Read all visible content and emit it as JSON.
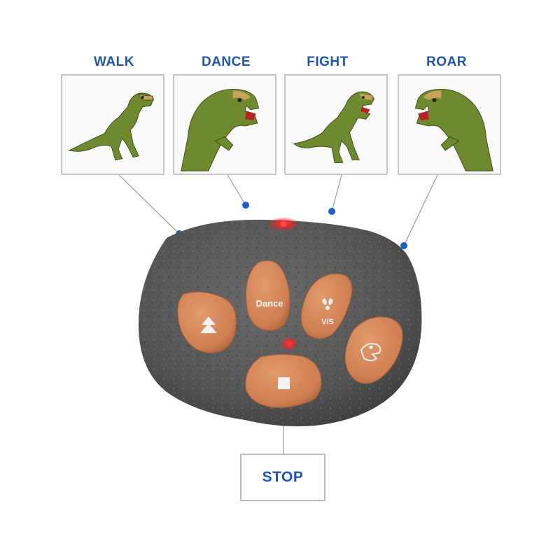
{
  "modes": [
    {
      "label": "WALK"
    },
    {
      "label": "DANCE"
    },
    {
      "label": "FIGHT"
    },
    {
      "label": "ROAR"
    }
  ],
  "stop": {
    "label": "STOP"
  },
  "remote": {
    "buttons": {
      "walk": {
        "icon": "up-arrow-icon"
      },
      "dance": {
        "label": "Dance"
      },
      "fight": {
        "label": "V/S",
        "icon": "fight-icon"
      },
      "roar": {
        "icon": "dino-head-icon"
      },
      "stop": {
        "icon": "square-stop-icon"
      }
    },
    "leds": [
      "top-led",
      "center-led"
    ]
  },
  "colors": {
    "label_blue": "#1f56b8",
    "callout_dot": "#1a5fcf",
    "remote_body": "#595959",
    "button_orange": "#d08458",
    "dino_green": "#6d8a2e",
    "led_red": "#ff2020"
  }
}
